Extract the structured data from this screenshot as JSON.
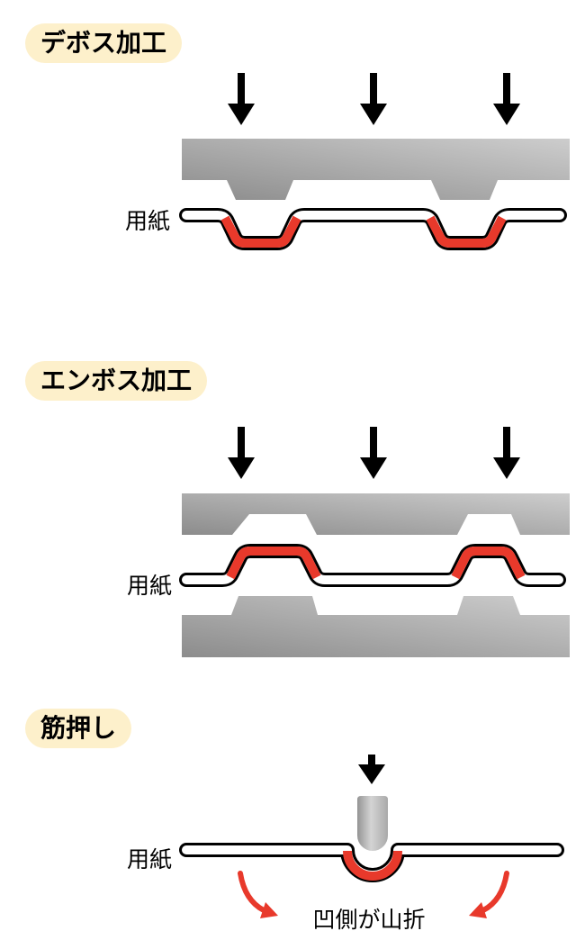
{
  "title": "紙加工の断面図解（デボス・エンボス・筋押し）",
  "colors": {
    "accent_red": "#e8392b",
    "label_pill_background": "#fdf0cb",
    "die_gradient_dark": "#8c8c8c",
    "die_gradient_light": "#cdcdcd",
    "rod_gray": "#b5b5b5",
    "outline_black": "#000000",
    "paper_white": "#ffffff"
  },
  "sections": [
    {
      "id": "deboss",
      "label": "デボス加工",
      "paper_label": "用紙",
      "press_arrows": 3,
      "description_shapes": "凸型（雄型）の金型が紙を下に押し込み、紙が凹む断面図。凹んだ部分が赤で強調される。"
    },
    {
      "id": "emboss",
      "label": "エンボス加工",
      "paper_label": "用紙",
      "press_arrows": 3,
      "description_shapes": "凹型（雌型）の上型と凸型の下型で紙を挟み、紙が上に浮き出る断面図。浮き出た部分が赤で強調される。"
    },
    {
      "id": "sujioshi",
      "label": "筋押し",
      "paper_label": "用紙",
      "press_arrows": 1,
      "caption": "凹側が山折",
      "description_shapes": "丸棒状の刃が紙に筋（溝）を付ける断面図。溝が赤で強調され、両側に赤い曲がり矢印。"
    }
  ]
}
